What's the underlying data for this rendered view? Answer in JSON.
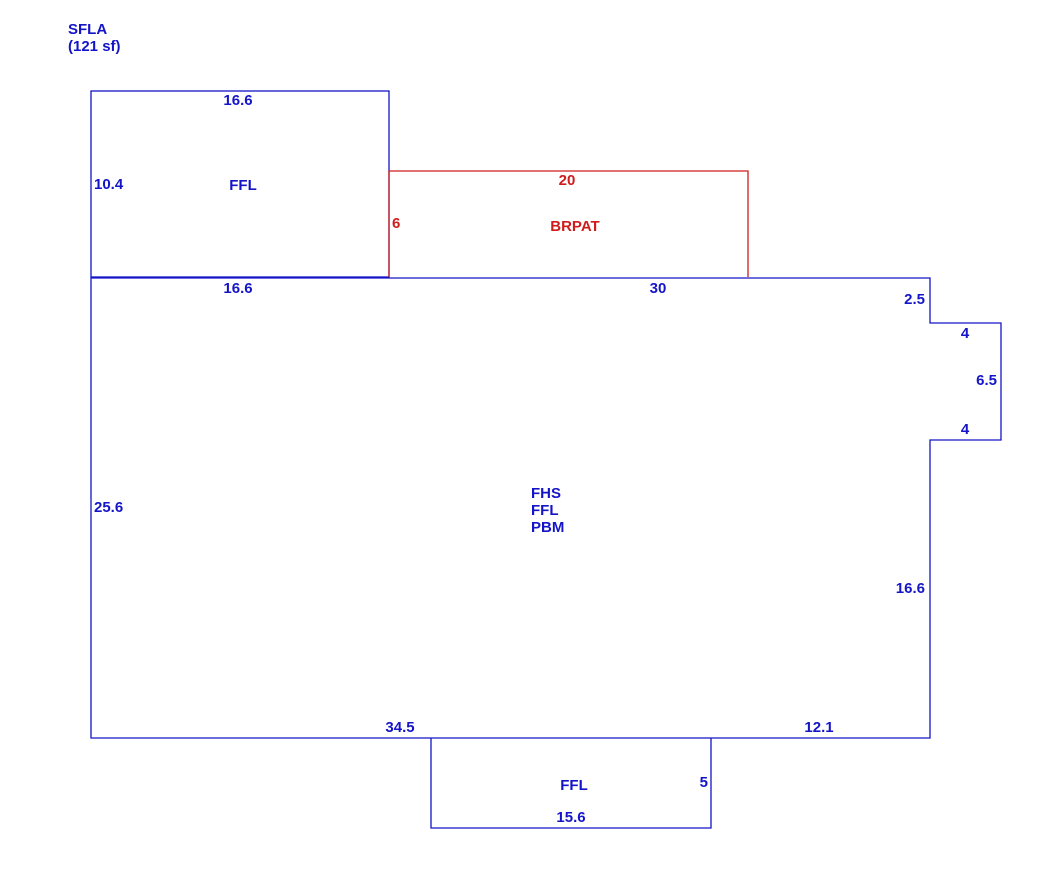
{
  "header": {
    "title": "SFLA",
    "area": "(121 sf)"
  },
  "colors": {
    "main": "#1515c8",
    "accent": "#d11c1c",
    "background": "#ffffff"
  },
  "areas": {
    "upper_room": {
      "label": "FFL",
      "dims": {
        "top": "16.6",
        "left": "10.4"
      }
    },
    "patio": {
      "label": "BRPAT",
      "dims": {
        "top": "20",
        "left": "6"
      }
    },
    "main_house": {
      "labels": [
        "FHS",
        "FFL",
        "PBM"
      ],
      "dims": {
        "top_left": "16.6",
        "top_right": "30",
        "right_step_down": "2.5",
        "bump_top": "4",
        "bump_side": "6.5",
        "bump_bottom": "4",
        "right_lower": "16.6",
        "bottom_left": "34.5",
        "bottom_right": "12.1",
        "left": "25.6"
      }
    },
    "lower_room": {
      "label": "FFL",
      "dims": {
        "side": "5",
        "bottom": "15.6"
      }
    }
  }
}
